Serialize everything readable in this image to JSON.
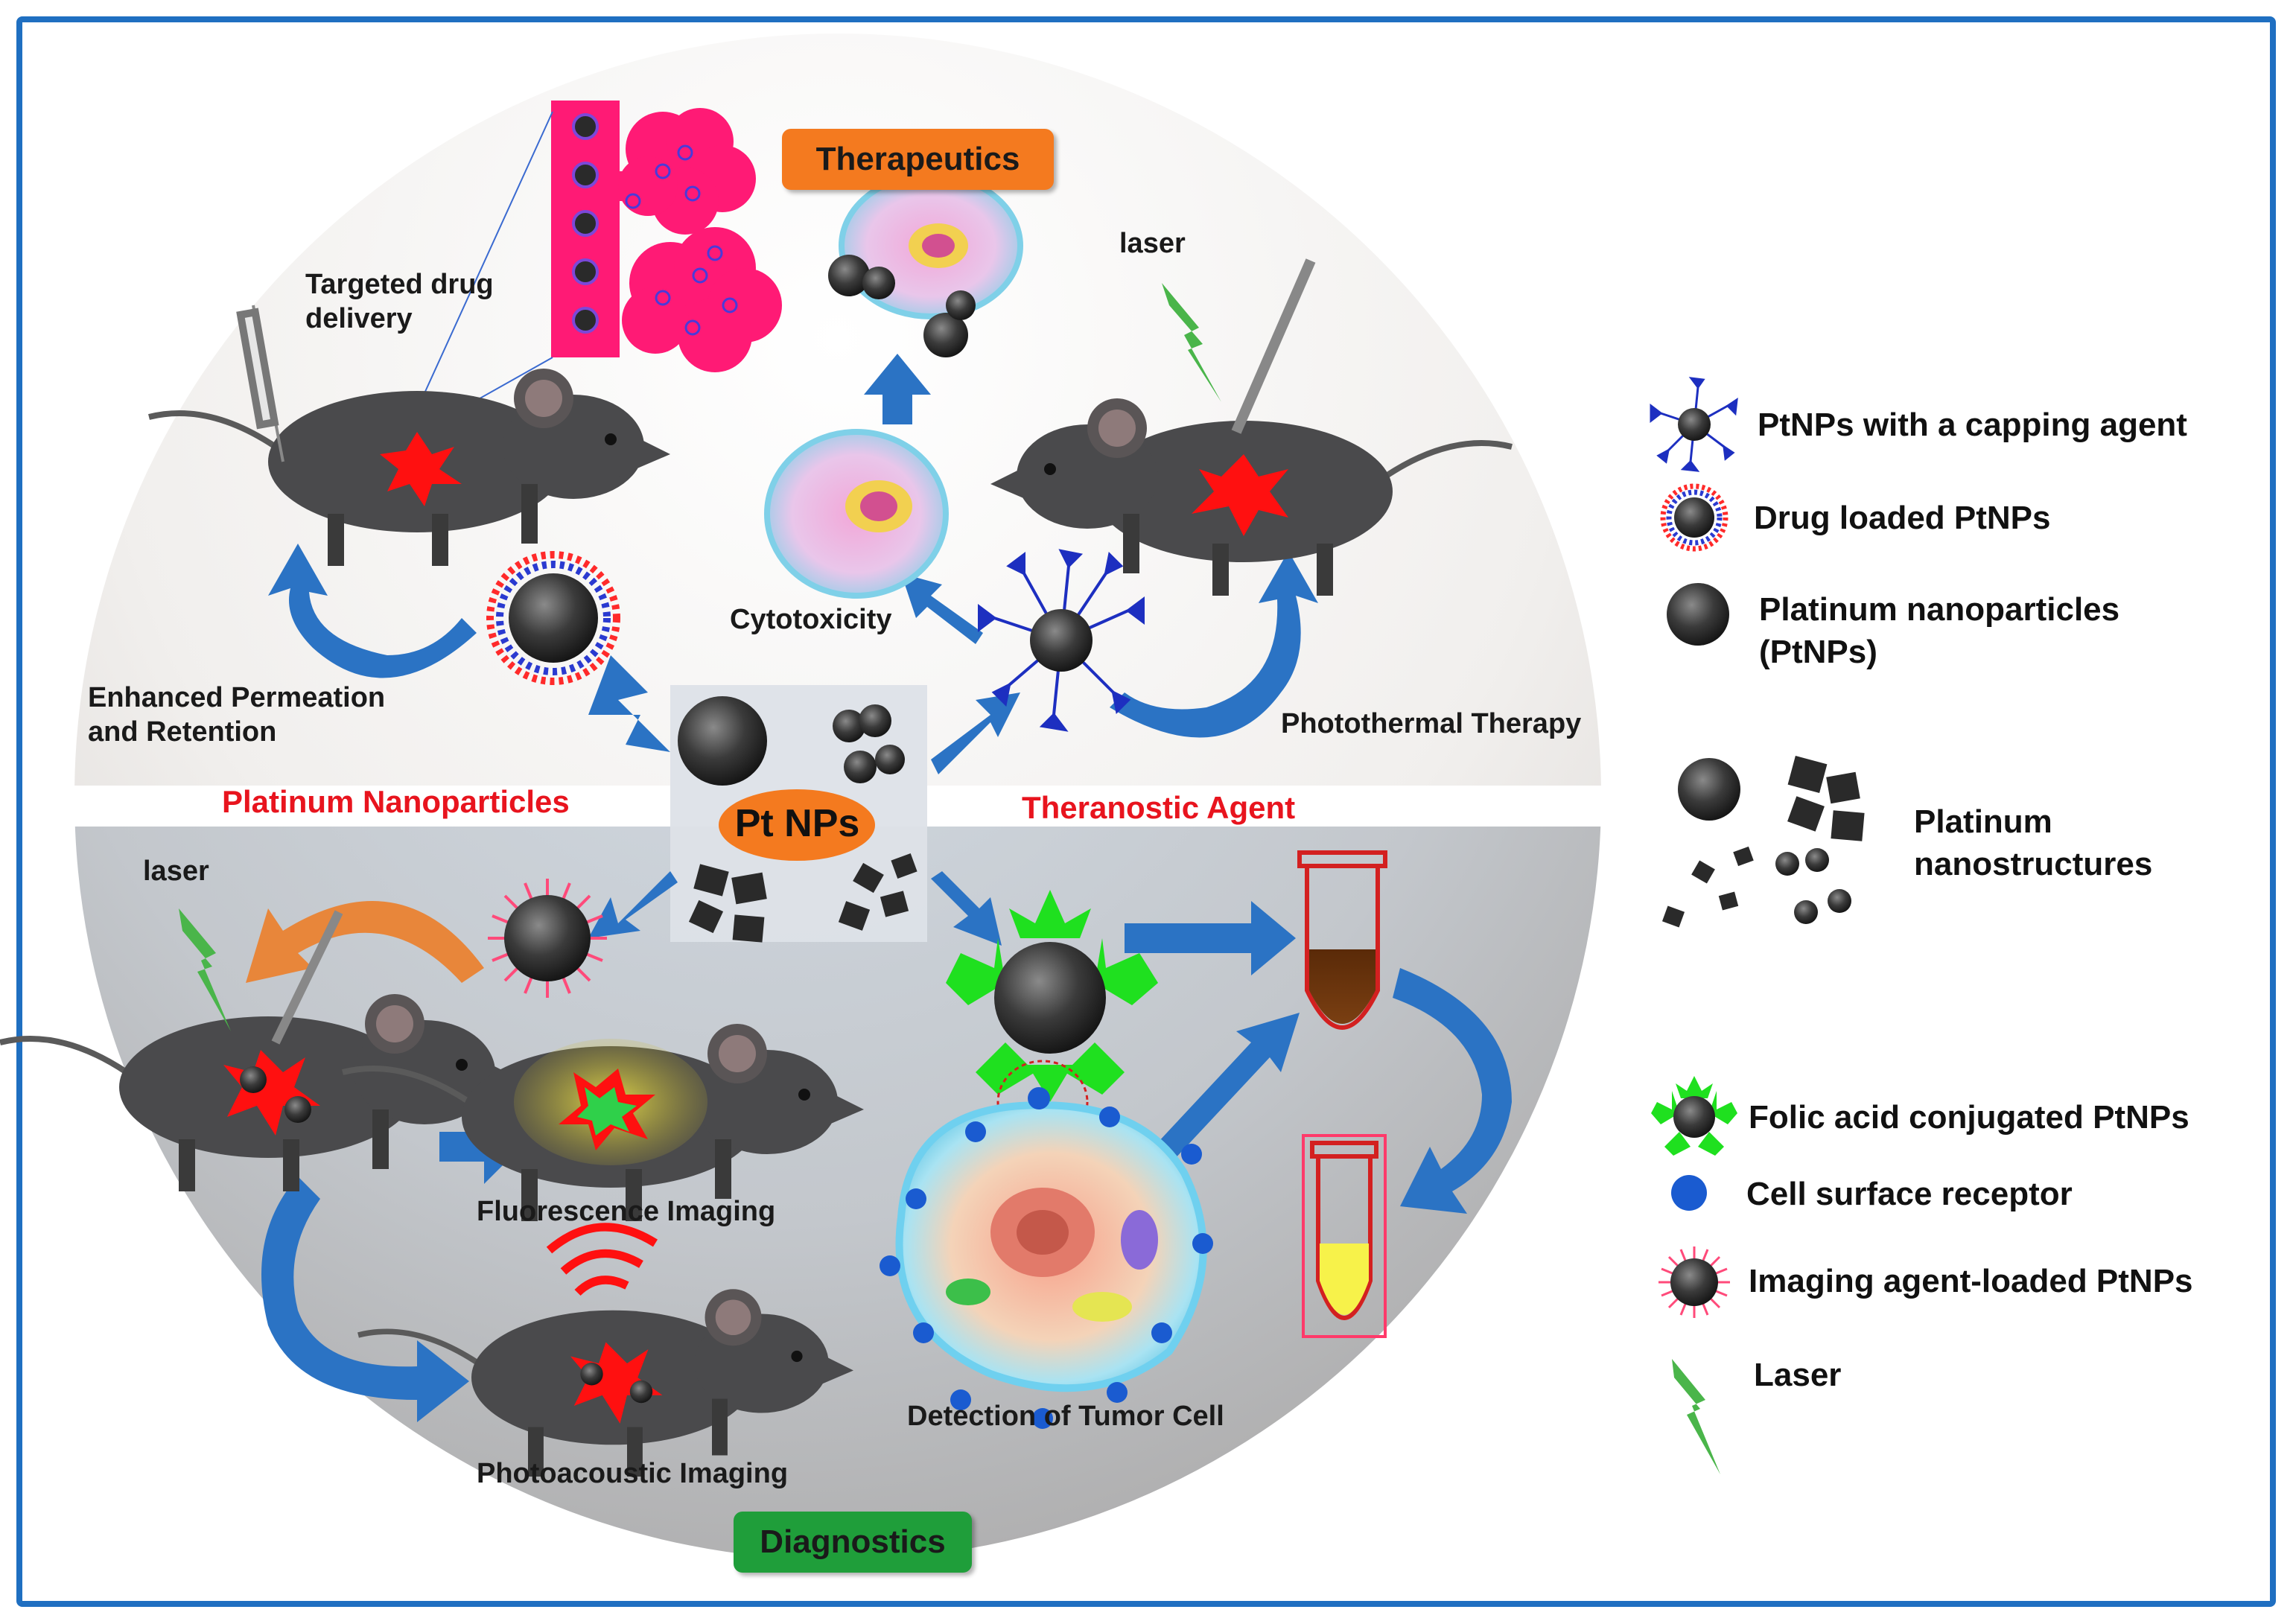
{
  "center": {
    "label": "Pt  NPs"
  },
  "sections": {
    "therapeutics": "Therapeutics",
    "diagnostics": "Diagnostics",
    "platinum_nanoparticles": "Platinum Nanoparticles",
    "theranostic_agent": "Theranostic Agent"
  },
  "labels": {
    "targeted_drug_delivery_1": "Targeted drug",
    "targeted_drug_delivery_2": "delivery",
    "epr_1": "Enhanced Permeation",
    "epr_2": "and Retention",
    "cytotoxicity": "Cytotoxicity",
    "laser_top": "laser",
    "photothermal_therapy": "Photothermal Therapy",
    "laser_bottom": "laser",
    "fluorescence_imaging": "Fluorescence Imaging",
    "photoacoustic_imaging": "Photoacoustic Imaging",
    "detection_tumor_cell": "Detection of Tumor Cell"
  },
  "legend": {
    "capping": "PtNPs with a capping agent",
    "drug_loaded": "Drug loaded PtNPs",
    "platinum_np_1": "Platinum nanoparticles",
    "platinum_np_2": "(PtNPs)",
    "nanostructures_1": "Platinum",
    "nanostructures_2": "nanostructures",
    "folic_acid": "Folic acid conjugated PtNPs",
    "receptor": "Cell surface receptor",
    "imaging_agent": "Imaging agent-loaded PtNPs",
    "laser": "Laser"
  },
  "colors": {
    "border": "#1f6fc1",
    "arrow": "#2b73c4",
    "arrow_orange": "#e8863a",
    "red_text": "#e8141e",
    "therapeutics_badge": "#f47a1f",
    "diagnostics_badge": "#1f9e3a",
    "pink": "#ff1a75",
    "green_star": "#1fe01f",
    "laser_green": "#4ab54a"
  }
}
